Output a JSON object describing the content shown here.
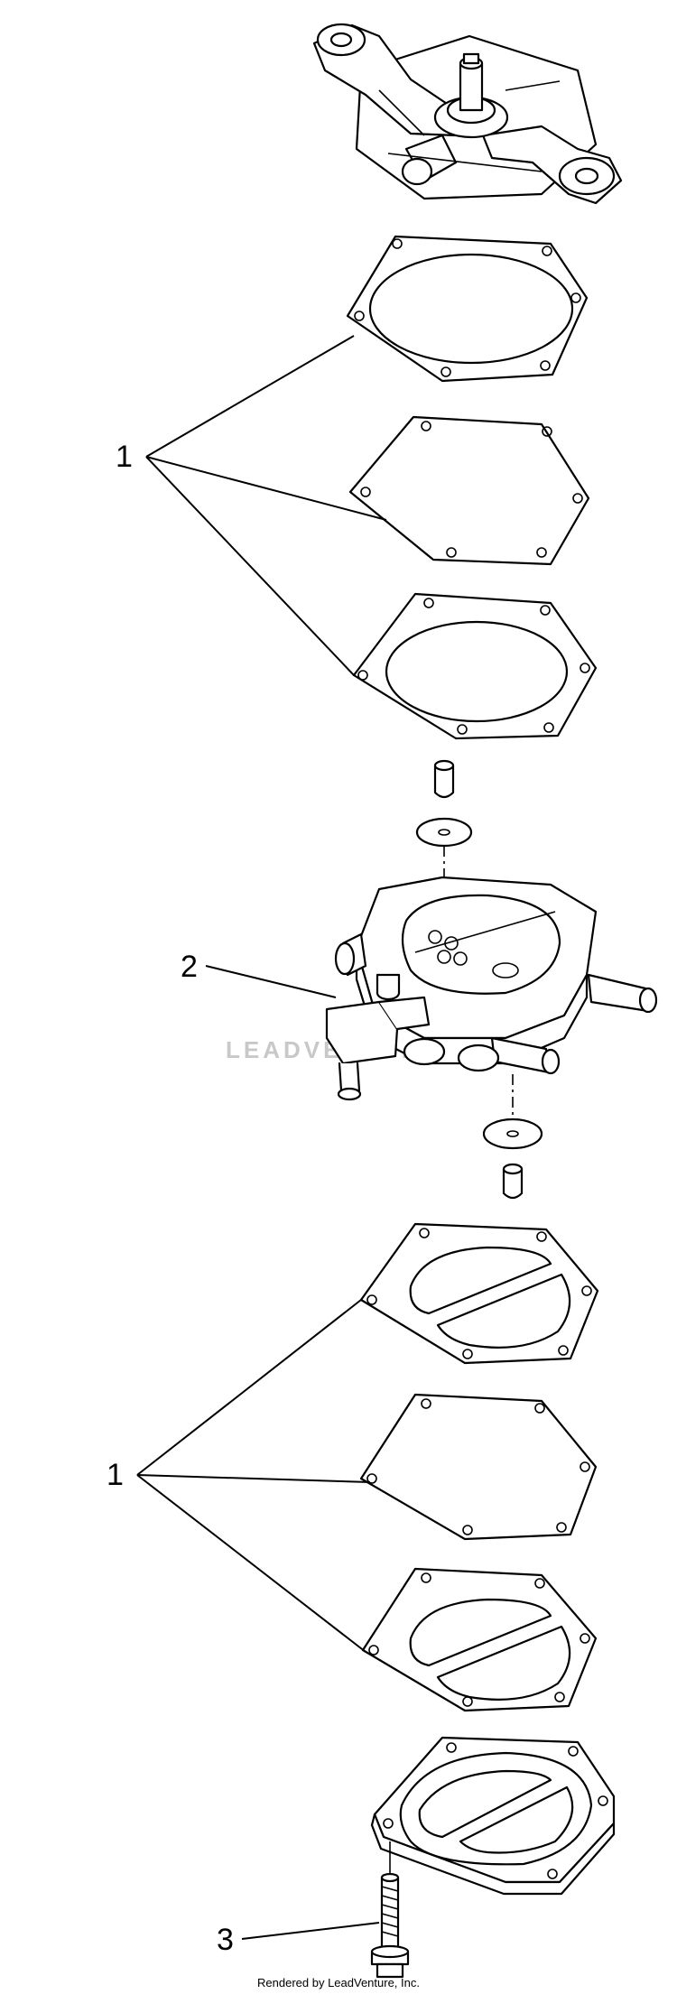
{
  "diagram": {
    "callouts": [
      {
        "id": "callout-1-upper",
        "text": "1"
      },
      {
        "id": "callout-2",
        "text": "2"
      },
      {
        "id": "callout-1-lower",
        "text": "1"
      },
      {
        "id": "callout-3",
        "text": "3"
      }
    ],
    "watermark": "LEADVENTURE",
    "footer": "Rendered by LeadVenture, Inc."
  }
}
